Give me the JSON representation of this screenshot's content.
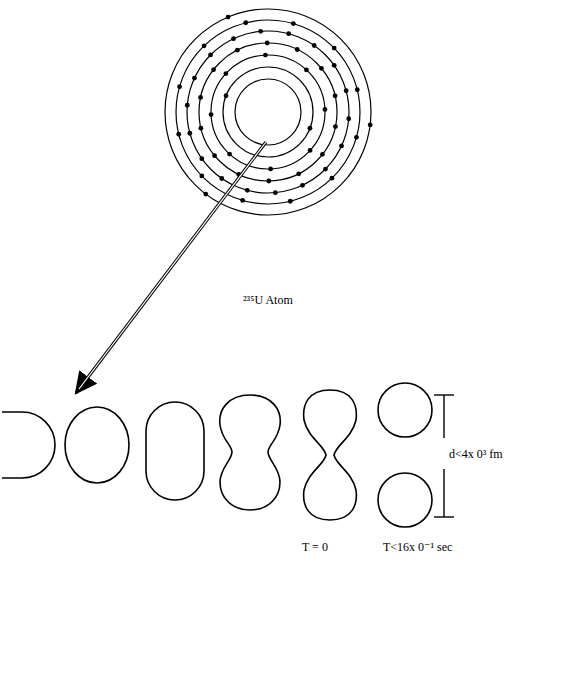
{
  "diagram": {
    "labels": [
      "²³⁵U Atom",
      "d<4x 0³ fm",
      "T = 0",
      "T<16x 0⁻¹ sec"
    ]
  }
}
